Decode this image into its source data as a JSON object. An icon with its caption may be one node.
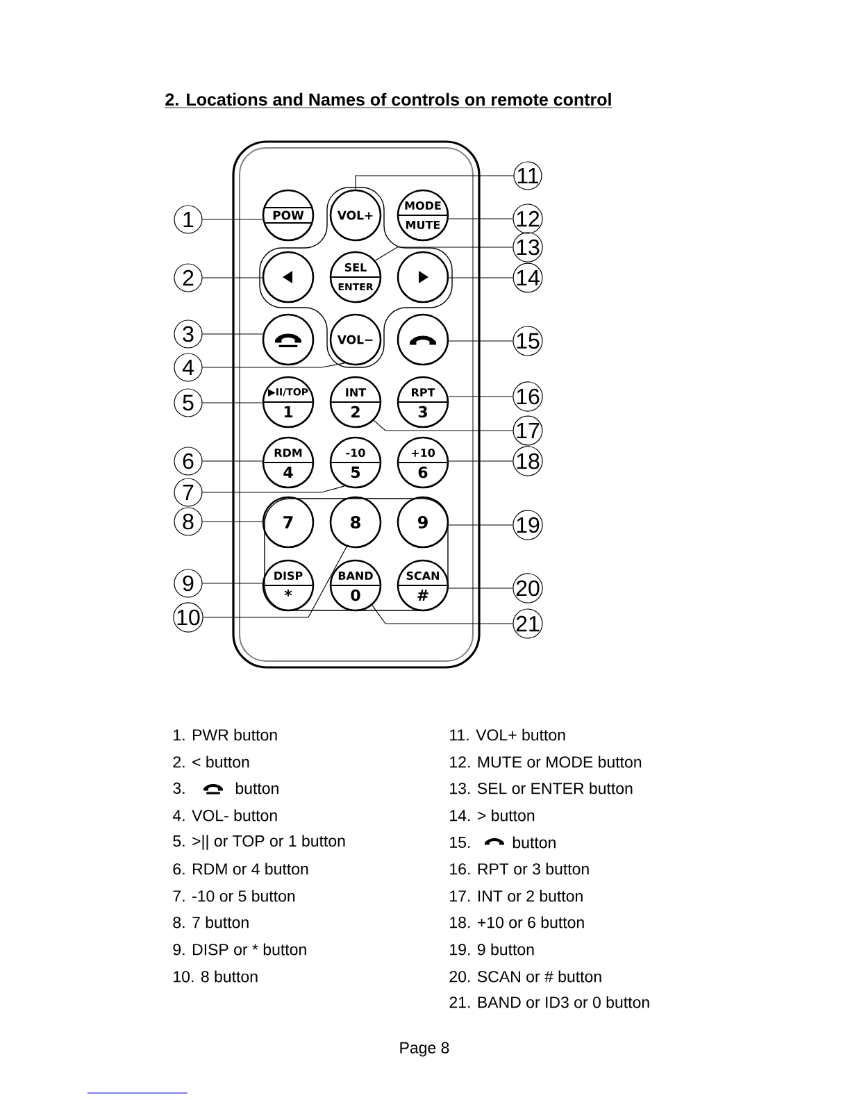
{
  "diagram": {
    "title": "2. Locations and Names of controls on remote control",
    "nodes": [
      {
        "text": [
          "POW"
        ]
      },
      {
        "text": [
          "VOL+"
        ]
      },
      {
        "text": [
          "MODE",
          "MUTE"
        ]
      },
      {
        "text": [],
        "shape": "circle"
      },
      {
        "text": [
          "SEL",
          "ENTER"
        ]
      },
      {
        "text": [],
        "shape": "circle"
      },
      {
        "text": [],
        "shape": "circle"
      },
      {
        "text": [
          "VOL−"
        ]
      },
      {
        "text": [],
        "shape": "circle"
      },
      {
        "text": [
          "▶II/TOP",
          "1"
        ]
      },
      {
        "text": [
          "INT",
          "2"
        ]
      },
      {
        "text": [
          "RPT",
          "3"
        ]
      },
      {
        "text": [
          "RDM",
          "4"
        ]
      },
      {
        "text": [
          "-10",
          "5"
        ]
      },
      {
        "text": [
          "+10",
          "6"
        ]
      },
      {
        "text": [
          "7"
        ]
      },
      {
        "text": [
          "8"
        ]
      },
      {
        "text": [
          "9"
        ]
      },
      {
        "text": [
          "DISP",
          "*"
        ]
      },
      {
        "text": [
          "BAND",
          "0"
        ]
      },
      {
        "text": [
          "SCAN",
          "#"
        ]
      },
      {
        "text": [
          "1"
        ]
      },
      {
        "text": [
          "2"
        ]
      },
      {
        "text": [
          "3"
        ]
      },
      {
        "text": [
          "4"
        ]
      },
      {
        "text": [
          "5"
        ]
      },
      {
        "text": [
          "6"
        ]
      },
      {
        "text": [
          "7"
        ]
      },
      {
        "text": [
          "8"
        ]
      },
      {
        "text": [
          "9"
        ]
      },
      {
        "text": [
          "10"
        ]
      },
      {
        "text": [
          "11"
        ]
      },
      {
        "text": [
          "12"
        ]
      },
      {
        "text": [
          "13"
        ]
      },
      {
        "text": [
          "14"
        ]
      },
      {
        "text": [
          "15"
        ]
      },
      {
        "text": [
          "16"
        ]
      },
      {
        "text": [
          "17"
        ]
      },
      {
        "text": [
          "18"
        ]
      },
      {
        "text": [
          "19"
        ]
      },
      {
        "text": [
          "20"
        ]
      },
      {
        "text": [
          "21"
        ]
      }
    ],
    "edges": [
      {
        "from": 21,
        "to": 0,
        "arrow": "none"
      },
      {
        "from": 22,
        "to": 3,
        "arrow": "none"
      },
      {
        "from": 23,
        "to": 6,
        "arrow": "none"
      },
      {
        "from": 24,
        "to": 7,
        "arrow": "none"
      },
      {
        "from": 25,
        "to": 9,
        "arrow": "none"
      },
      {
        "from": 26,
        "to": 12,
        "arrow": "none"
      },
      {
        "from": 27,
        "to": 13,
        "arrow": "none"
      },
      {
        "from": 28,
        "to": 15,
        "arrow": "none"
      },
      {
        "from": 29,
        "to": 18,
        "arrow": "none"
      },
      {
        "from": 30,
        "to": 16,
        "arrow": "none"
      },
      {
        "from": 31,
        "to": 1,
        "arrow": "none"
      },
      {
        "from": 32,
        "to": 2,
        "arrow": "none"
      },
      {
        "from": 33,
        "to": 4,
        "arrow": "none"
      },
      {
        "from": 34,
        "to": 5,
        "arrow": "none"
      },
      {
        "from": 35,
        "to": 8,
        "arrow": "none"
      },
      {
        "from": 36,
        "to": 11,
        "arrow": "none"
      },
      {
        "from": 37,
        "to": 10,
        "arrow": "none"
      },
      {
        "from": 38,
        "to": 14,
        "arrow": "none"
      },
      {
        "from": 39,
        "to": 17,
        "arrow": "none"
      },
      {
        "from": 40,
        "to": 20,
        "arrow": "none"
      },
      {
        "from": 41,
        "to": 19,
        "arrow": "none"
      }
    ],
    "labels": [
      "1. PWR button",
      "2. < button",
      "3.",
      "button",
      "4. VOL- button",
      "5. >|| or TOP or 1 button",
      "6. RDM or 4 button",
      "7. -10 or 5 button",
      "8. 7 button",
      "9. DISP or * button",
      "10. 8 button",
      "11. VOL+ button",
      "12. MUTE or MODE button",
      "13. SEL or ENTER button",
      "14. > button",
      "15.",
      "button",
      "16. RPT or 3 button",
      "17. INT or 2 button",
      "18. +10 or 6 button",
      "19. 9 button",
      "20. SCAN or # button",
      "21. BAND or ID3 or 0 button",
      "Page 8"
    ]
  }
}
